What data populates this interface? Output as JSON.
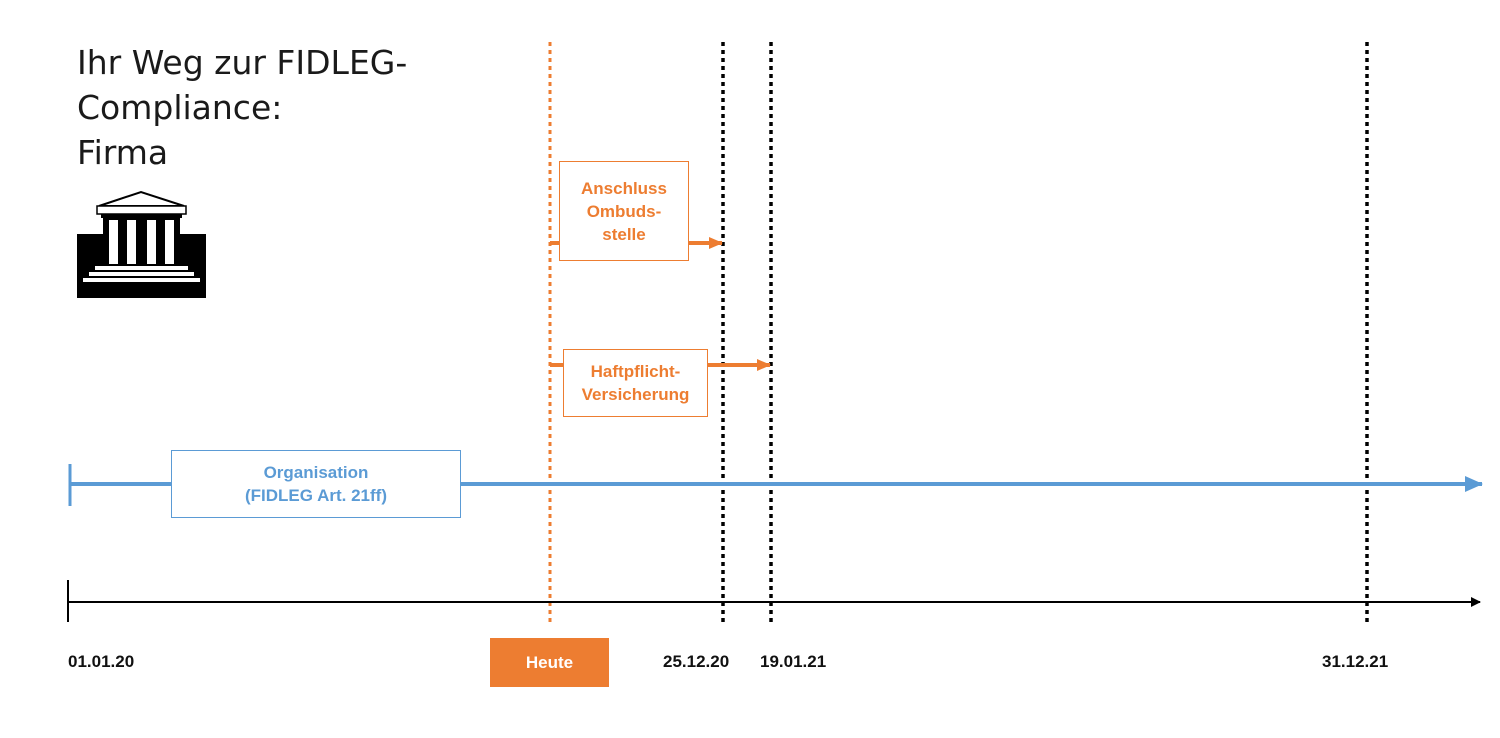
{
  "title": {
    "line1": "Ihr Weg zur FIDLEG-",
    "line2": "Compliance:",
    "line3": "Firma"
  },
  "icon": "bank-building-icon",
  "boxes": {
    "ombudsstelle": {
      "line1": "Anschluss",
      "line2": "Ombuds-",
      "line3": "stelle"
    },
    "haftpflicht": {
      "line1": "Haftpflicht-",
      "line2": "Versicherung"
    },
    "organisation": {
      "line1": "Organisation",
      "line2": "(FIDLEG Art. 21ff)"
    }
  },
  "dates": {
    "start": "01.01.20",
    "today": "Heute",
    "d1": "25.12.20",
    "d2": "19.01.21",
    "d3": "31.12.21"
  },
  "colors": {
    "orange": "#ed7d31",
    "blue": "#5b9bd5",
    "black": "#000000"
  }
}
